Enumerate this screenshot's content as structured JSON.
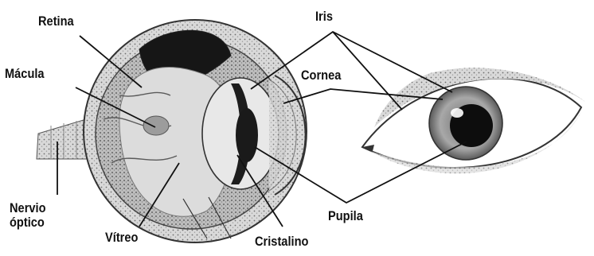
{
  "labels": {
    "retina": "Retina",
    "macula": "Mácula",
    "nervio_line1": "Nervio",
    "nervio_line2": "óptico",
    "vitreo": "Vítreo",
    "cristalino": "Cristalino",
    "iris": "Iris",
    "cornea": "Cornea",
    "pupila": "Pupila"
  },
  "colors": {
    "ink": "#111111",
    "paper": "#ffffff",
    "shade": "#8a8a8a",
    "dark": "#1a1a1a"
  }
}
